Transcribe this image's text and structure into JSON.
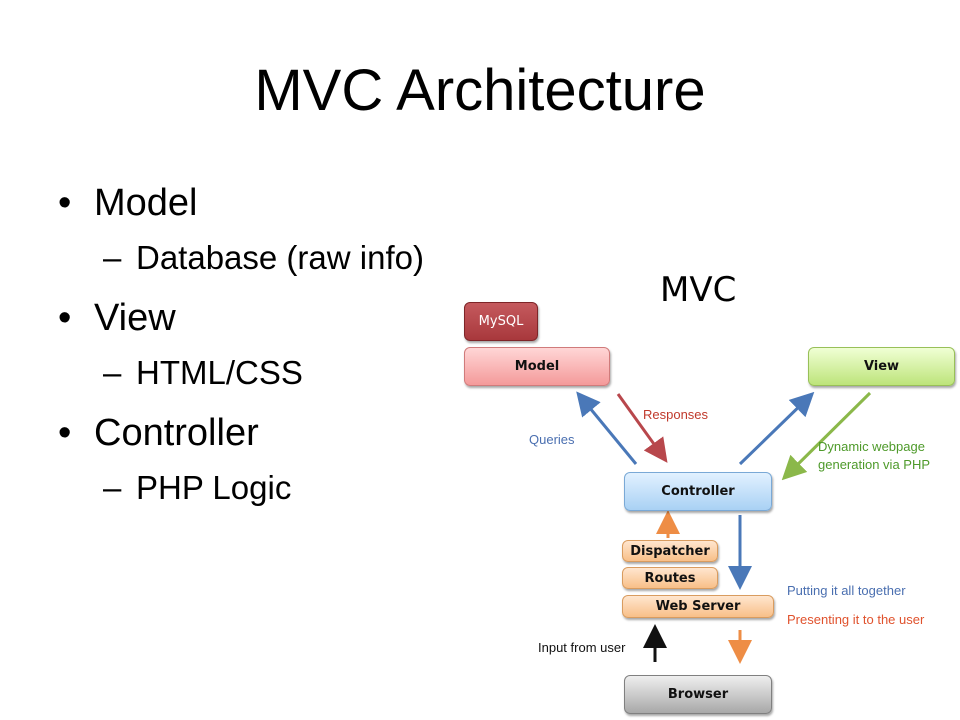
{
  "slide": {
    "title": "MVC Architecture",
    "bullets": [
      {
        "label": "Model",
        "sub": "Database (raw info)"
      },
      {
        "label": "View",
        "sub": "HTML/CSS"
      },
      {
        "label": "Controller",
        "sub": "PHP Logic"
      }
    ],
    "bullet_glyph": "•",
    "sub_glyph": "–"
  },
  "diagram": {
    "heading": "MVC",
    "boxes": {
      "mysql": "MySQL",
      "model": "Model",
      "view": "View",
      "controller": "Controller",
      "dispatcher": "Dispatcher",
      "routes": "Routes",
      "webserver": "Web Server",
      "browser": "Browser"
    },
    "annotations": {
      "queries": "Queries",
      "responses": "Responses",
      "dynamic": "Dynamic webpage generation via PHP",
      "together": "Putting it all together",
      "presenting": "Presenting it to the user",
      "input": "Input from user"
    },
    "colors": {
      "blue_arrow": "#4a78b8",
      "red_arrow": "#b8474c",
      "green_arrow": "#8bb84a",
      "orange_arrow": "#ee8d45",
      "black_arrow": "#111111"
    }
  }
}
